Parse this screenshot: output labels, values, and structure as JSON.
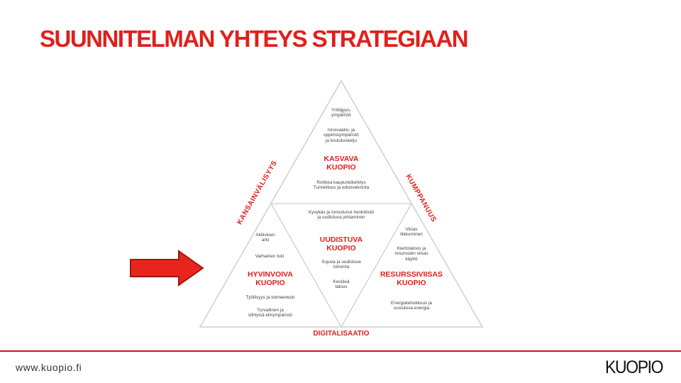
{
  "slide": {
    "title": "SUUNNITELMAN YHTEYS STRATEGIAAN",
    "footer_url": "www.kuopio.fi",
    "logo_text": "KUOPIO",
    "accent_color": "#e0201b"
  },
  "pyramid": {
    "top": {
      "items": [
        "Yrittäjyys-\nympäristö",
        "Innovaatio- ja\noppimisympäristö\nja koulutusketju"
      ],
      "title": "KASVAVA\nKUOPIO",
      "bottom_items": [
        "Rohkea kaupunkikehitys\nTunnettuus ja edunvalvonta"
      ]
    },
    "center": {
      "top_text": "Kyvykäs ja innostunut henkilöstö\nja uudistuva johtaminen",
      "title": "UUDISTUVA\nKUOPIO",
      "items": [
        "Sujuva ja uudistuva\ntoiminta",
        "Kestävä\ntalous"
      ]
    },
    "left": {
      "items_top": [
        "Aktiivinen\narki",
        "Varhainen tuki"
      ],
      "title": "HYVINVOIVA\nKUOPIO",
      "items_bottom": [
        "Työllisyys ja toimeentulo",
        "Turvallinen ja\nviihtyisä elinympäristö"
      ]
    },
    "right": {
      "items_top": [
        "Viisas\nliikkuminen",
        "Kiertotalous ja\nresurssien viisas\nkäyttö"
      ],
      "title": "RESURSSIVIISAS\nKUOPIO",
      "items_bottom": [
        "Energiatehokkuus ja\nuusiutuva energia"
      ]
    },
    "side_left": "KANSAINVÄLISYYS",
    "side_right": "KUMPPANUUS",
    "base": "DIGITALISAATIO"
  },
  "arrow": {
    "icon": "right-arrow-icon",
    "color": "#e8251c"
  }
}
